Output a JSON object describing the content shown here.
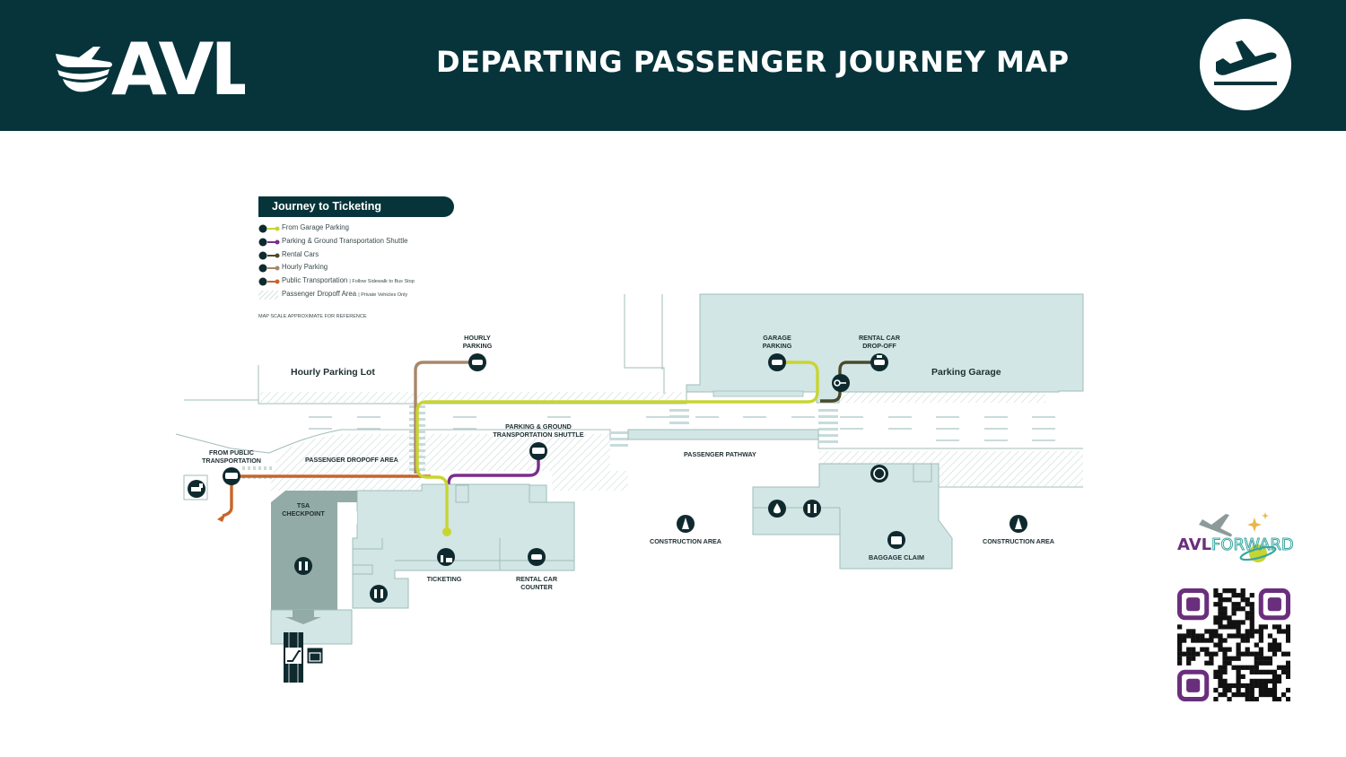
{
  "header": {
    "logo_text": "AVL",
    "title": "DEPARTING PASSENGER JOURNEY MAP",
    "badge_icon": "departing-plane-icon"
  },
  "legend": {
    "title": "Journey to Ticketing",
    "items": [
      {
        "label": "From Garage Parking",
        "color": "#c8d530",
        "icon": "car-icon"
      },
      {
        "label": "Parking & Ground Transportation Shuttle",
        "color": "#7a2d8c",
        "icon": "shuttle-icon"
      },
      {
        "label": "Rental Cars",
        "color": "#4a4a2a",
        "icon": "rental-car-icon"
      },
      {
        "label": "Hourly Parking",
        "color": "#a8876a",
        "icon": "car-icon"
      },
      {
        "label": "Public Transportation",
        "note": "| Follow Sidewalk to Bus Stop",
        "color": "#c8652a",
        "icon": "bus-icon"
      },
      {
        "label": "Passenger Dropoff Area",
        "note": "| Private Vehicles Only",
        "color": "#dfe9e8",
        "icon": "hatch-pattern"
      }
    ],
    "scale_note": "MAP SCALE APPROXIMATE FOR REFERENCE"
  },
  "map": {
    "areas": {
      "hourly_lot": "Hourly Parking Lot",
      "garage": "Parking Garage"
    },
    "labels": {
      "hourly_parking": "HOURLY\nPARKING",
      "garage_parking": "GARAGE\nPARKING",
      "rental_dropoff": "RENTAL CAR\nDROP-OFF",
      "shuttle": "PARKING & GROUND\nTRANSPORTATION SHUTTLE",
      "public_transport": "FROM PUBLIC\nTRANSPORTATION",
      "dropoff_area": "PASSENGER DROPOFF AREA",
      "pathway": "PASSENGER PATHWAY",
      "tsa": "TSA\nCHECKPOINT",
      "ticketing": "TICKETING",
      "rental_counter": "RENTAL CAR\nCOUNTER",
      "construction_1": "CONSTRUCTION AREA",
      "construction_2": "CONSTRUCTION AREA",
      "baggage": "BAGGAGE CLAIM"
    },
    "colors": {
      "building": "#d2e6e5",
      "building_dark": "#93aba6",
      "outline": "#9fbdba",
      "icon_bg": "#0f2a2e",
      "garage_route": "#c8d530",
      "shuttle_route": "#7a2d8c",
      "rental_route": "#4a4a2a",
      "hourly_route": "#a8876a",
      "public_route": "#c8652a"
    }
  },
  "brand": {
    "avl_forward_a": "AVL",
    "avl_forward_b": "FORWARD",
    "qr_icon": "qr-code-icon"
  }
}
